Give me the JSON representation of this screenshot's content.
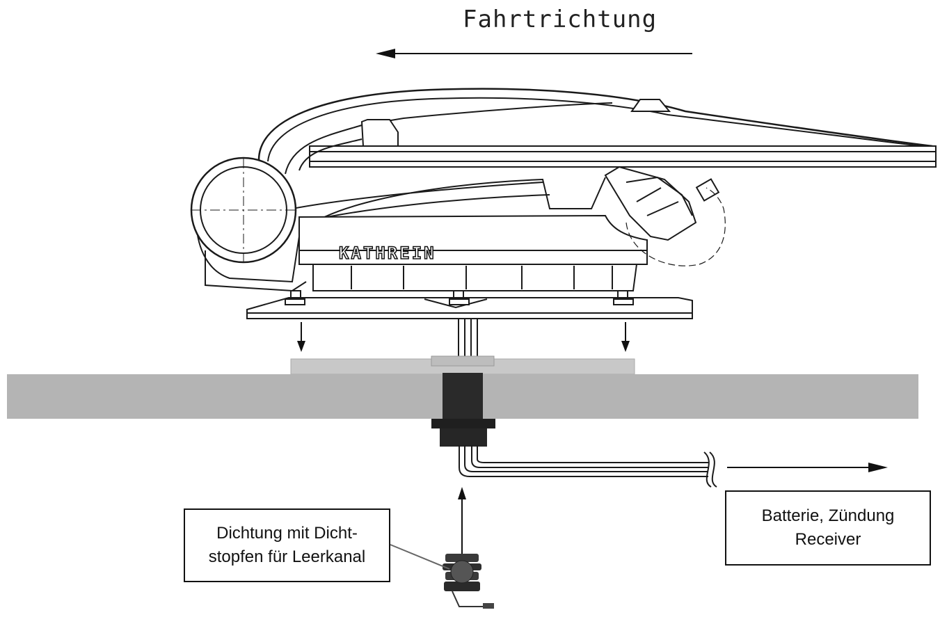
{
  "diagram": {
    "direction_label": "Fahrtrichtung",
    "brand_logo_text": "KATHREIN",
    "seal_label_line1": "Dichtung mit Dicht-",
    "seal_label_line2": "stopfen für Leerkanal",
    "power_label_line1": "Batterie, Zündung",
    "power_label_line2": "Receiver"
  },
  "colors": {
    "line": "#1a1a1a",
    "roof": "#b4b4b4",
    "mount_plate": "#c8c8c8",
    "cable_gland": "#2a2a2a"
  }
}
